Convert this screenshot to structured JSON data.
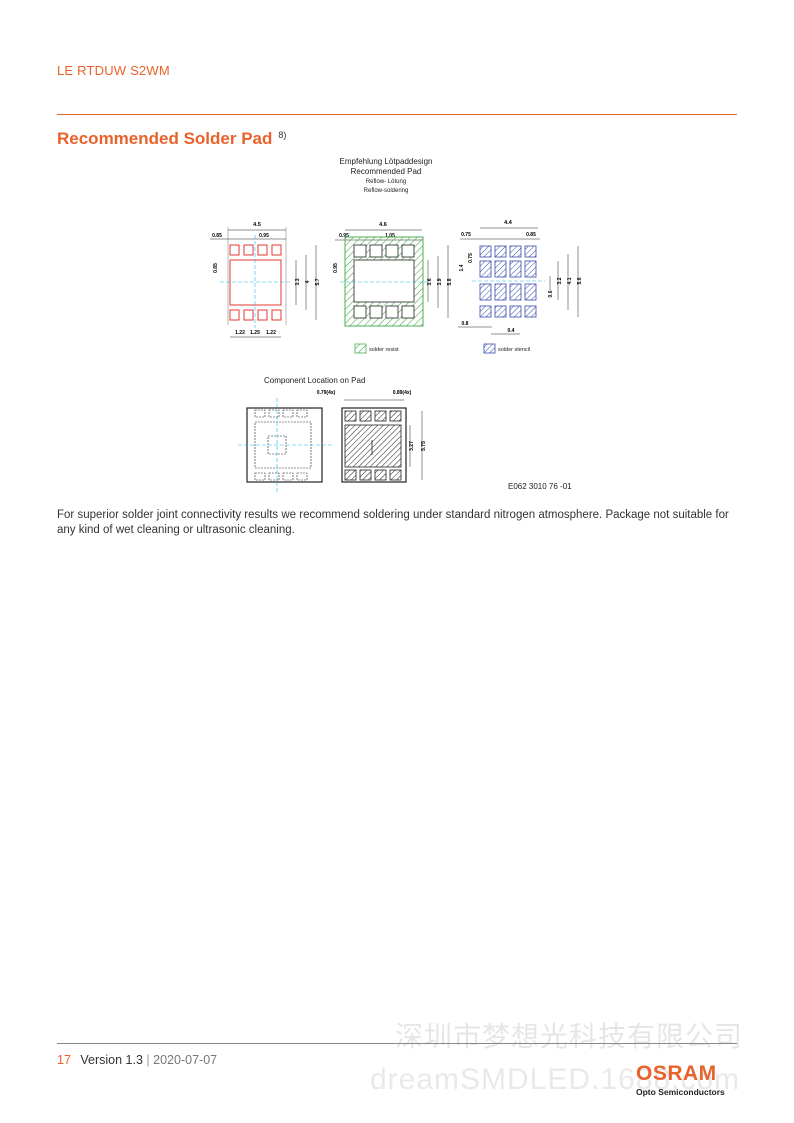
{
  "header": {
    "product": "LE RTDUW S2WM"
  },
  "section": {
    "title": "Recommended Solder Pad",
    "footnote": "8)"
  },
  "drawing": {
    "caption": [
      "Empfehlung Lötpaddesign",
      "Recommended Pad",
      "Reflow- Lötung",
      "Reflow-soldering"
    ],
    "pad_dims": {
      "w": "4.5",
      "pitch": "0.95",
      "edge": "0.85",
      "h1": "3.3",
      "h2": "4",
      "h3": "5.7",
      "b1": "1.22",
      "b2": "1.25",
      "b3": "1.22",
      "left": "0.85"
    },
    "resist_dims": {
      "w": "4.6",
      "a": "0.95",
      "b": "1.05",
      "side": "0.95",
      "h1": "3.6",
      "h2": "3.9",
      "h3": "5.8"
    },
    "stencil_dims": {
      "w": "4.4",
      "a": "0.75",
      "b": "0.85",
      "side1": "1.4",
      "side2": "0.75",
      "h1": "0.6",
      "h2": "3.2",
      "h3": "4.1",
      "h4": "5.6",
      "bl": "0.8",
      "br": "0.4"
    },
    "legend_resist": "solder resist",
    "legend_stencil": "solder stencil",
    "legend_resist_color": "#4caf50",
    "legend_stencil_color": "#3949ab",
    "location_title": "Component Location on Pad",
    "loc_dims": {
      "a": "0.79(4x)",
      "b": "0.89(4x)",
      "h1": "3.27",
      "h2": "5.75"
    },
    "drawing_number": "E062 3010 76 -01"
  },
  "body": {
    "text": "For superior solder joint connectivity results we recommend soldering under standard nitrogen atmosphere. Package not suitable for any kind of wet cleaning or ultrasonic cleaning."
  },
  "footer": {
    "page": "17",
    "version": "Version 1.3",
    "separator": "|",
    "date": "2020-07-07"
  },
  "watermark": {
    "cn": "深圳市梦想光科技有限公司",
    "en": "dreamSMDLED.1688.com"
  },
  "logo": {
    "word": "OSRAM",
    "subtitle": "Opto Semiconductors",
    "color": "#e8632b"
  }
}
